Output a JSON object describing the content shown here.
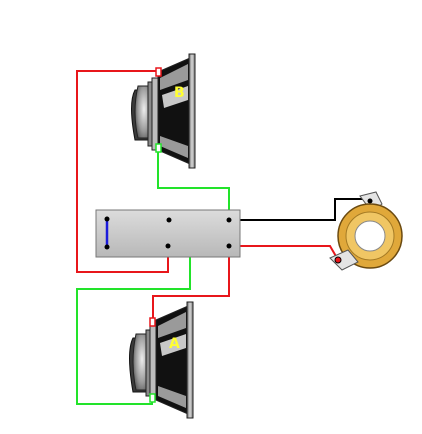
{
  "speakers": [
    {
      "id": "B",
      "label": "B"
    },
    {
      "id": "A",
      "label": "A"
    }
  ],
  "colors": {
    "positive_wire": "#e8161b",
    "negative_wire": "#22e32a",
    "black_wire": "#000000",
    "jumper": "#1a1adb",
    "label_text": "#ffff33",
    "terminal_block": "#c9c9c9",
    "jack_ring": "#e0a83a"
  },
  "components": {
    "terminal_block": "switch-terminal-block",
    "jack": "quarter-inch-output-jack"
  }
}
